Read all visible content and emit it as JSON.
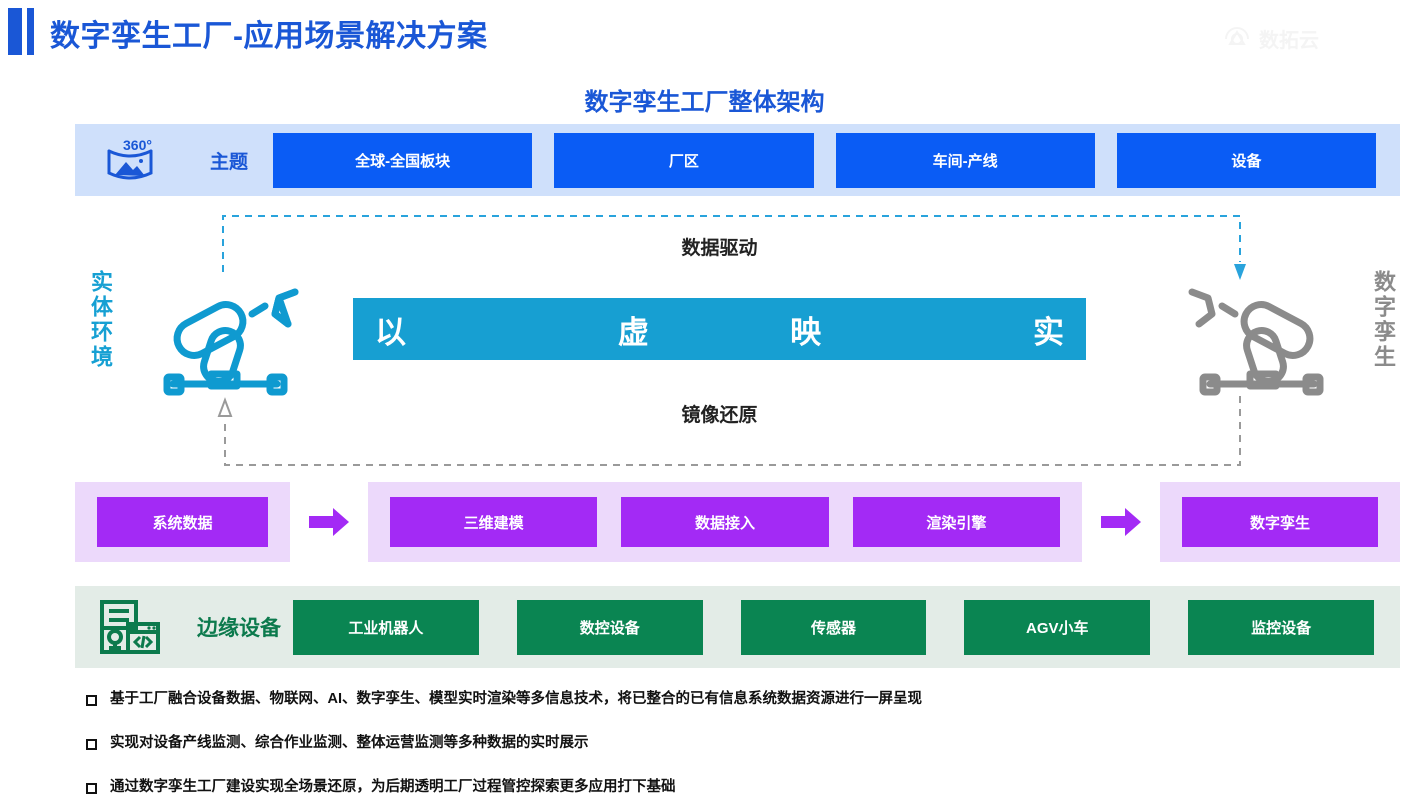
{
  "header": {
    "title": "数字孪生工厂-应用场景解决方案",
    "watermark": "数拓云",
    "accent_color": "#1a57d6"
  },
  "diagram": {
    "title": "数字孪生工厂整体架构",
    "theme_row": {
      "icon": "panorama-360-icon",
      "icon_label": "360°",
      "label": "主题",
      "band_color": "#cfe0fb",
      "card_color": "#0a5cf5",
      "cards": [
        {
          "label": "全球-全国板块"
        },
        {
          "label": "厂区"
        },
        {
          "label": "车间-产线"
        },
        {
          "label": "设备"
        }
      ]
    },
    "middle": {
      "left_label": "实体环境",
      "right_label": "数字孪生",
      "left_icon": "robot-arm-icon",
      "right_icon": "robot-arm-icon",
      "top_flow": "数据驱动",
      "bottom_flow": "镜像还原",
      "banner_words": [
        "以",
        "虚",
        "映",
        "实"
      ],
      "banner_color": "#179fd2",
      "left_color": "#16a0d3",
      "right_color": "#8b8b8b"
    },
    "pipeline": {
      "band_color": "#ecd9fb",
      "card_color": "#a32af5",
      "arrow_icon": "right-arrow-icon",
      "source": [
        {
          "label": "系统数据"
        }
      ],
      "process": [
        {
          "label": "三维建模"
        },
        {
          "label": "数据接入"
        },
        {
          "label": "渲染引擎"
        }
      ],
      "output": [
        {
          "label": "数字孪生"
        }
      ]
    },
    "edge_row": {
      "icon": "edge-device-code-icon",
      "label": "边缘设备",
      "band_color": "#e3ece7",
      "card_color": "#0a8552",
      "cards": [
        {
          "label": "工业机器人"
        },
        {
          "label": "数控设备"
        },
        {
          "label": "传感器"
        },
        {
          "label": "AGV小车"
        },
        {
          "label": "监控设备"
        }
      ]
    }
  },
  "bullets": [
    {
      "text": "基于工厂融合设备数据、物联网、AI、数字孪生、模型实时渲染等多信息技术，将已整合的已有信息系统数据资源进行一屏呈现"
    },
    {
      "text": "实现对设备产线监测、综合作业监测、整体运营监测等多种数据的实时展示"
    },
    {
      "text": "通过数字孪生工厂建设实现全场景还原，为后期透明工厂过程管控探索更多应用打下基础"
    }
  ]
}
